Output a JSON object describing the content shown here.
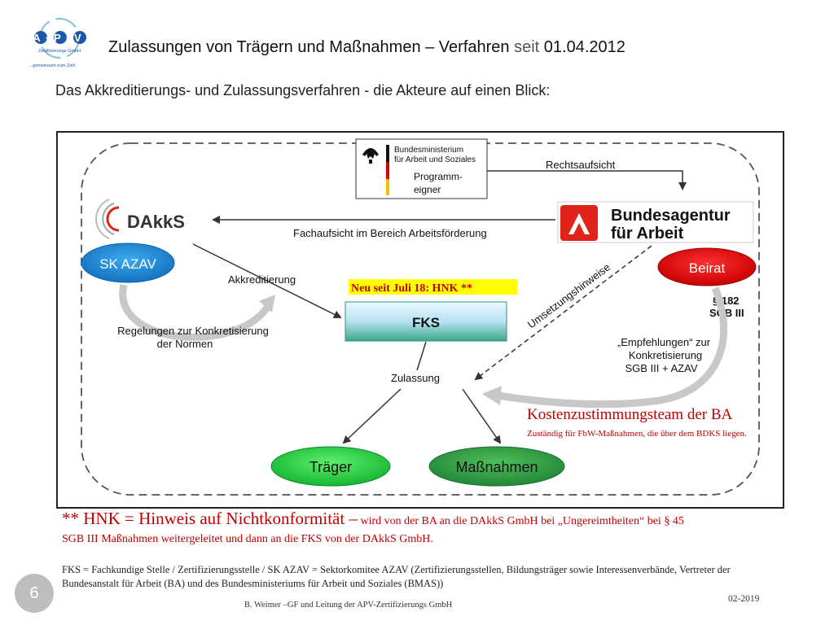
{
  "logo": {
    "acronym": "A·P·V",
    "line1": "Zertifizierungs GmbH",
    "tagline": "...gemeinsam zum Ziel!"
  },
  "title": {
    "main": "Zulassungen von Trägern und Maßnahmen – Verfahren",
    "seit": "seit",
    "date": "01.04.2012"
  },
  "subtitle": "Das Akkreditierungs- und Zulassungsverfahren - die Akteure auf einen Blick:",
  "diagram": {
    "bmas_line1": "Bundesministerium",
    "bmas_line2": "für Arbeit und Soziales",
    "bmas_role1": "Programm-",
    "bmas_role2": "eigner",
    "rechtsaufsicht": "Rechtsaufsicht",
    "ba_line1": "Bundesagentur",
    "ba_line2": "für Arbeit",
    "dakks": "DAkkS",
    "fachaufsicht": "Fachaufsicht im Bereich Arbeitsförderung",
    "sk_azav": "SK AZAV",
    "akkreditierung": "Akkreditierung",
    "regelungen1": "Regelungen zur Konkretisierung",
    "regelungen2": "der Normen",
    "neu_seit": "Neu seit Juli 18: HNK **",
    "fks": "FKS",
    "umsetzungshinweise": "Umsetzungshinweise",
    "beirat": "Beirat",
    "par182_1": "§ 182",
    "par182_2": "SGB III",
    "empf1": "„Empfehlungen“ zur",
    "empf2": "Konkretisierung",
    "empf3": "SGB III + AZAV",
    "zulassung": "Zulassung",
    "kosten_title": "Kostenzustimmungsteam der BA",
    "kosten_sub": "Zuständig für FbW-Maßnahmen, die über dem BDKS liegen.",
    "traeger": "Träger",
    "massnahmen": "Maßnahmen"
  },
  "notes": {
    "hnk_big": "** HNK = Hinweis auf Nichtkonformität –",
    "hnk_small": " wird von der BA an die DAkkS GmbH bei „Ungereimtheiten“ bei § 45",
    "hnk_line2": "SGB III Maßnahmen weitergeleitet und dann an die FKS von der DAkkS GmbH.",
    "legend": "FKS = Fachkundige Stelle / Zertifizierungsstelle  /  SK AZAV = Sektorkomitee AZAV (Zertifizierungsstellen, Bildungsträger sowie  Interessenverbände, Vertreter der Bundesanstalt für Arbeit (BA) und des Bundesministeriums für Arbeit und Soziales (BMAS))"
  },
  "footer": {
    "author": "B. Weimer –GF und Leitung der APV-Zertifizierungs GmbH",
    "date": "02-2019",
    "page": "6"
  },
  "colors": {
    "red_note": "#c00000",
    "highlight": "#ffff00",
    "sk_blue": "#1e8fd6",
    "beirat_red": "#e01010",
    "green_light": "#1fcf3f",
    "green_dark": "#2e9a3c"
  }
}
